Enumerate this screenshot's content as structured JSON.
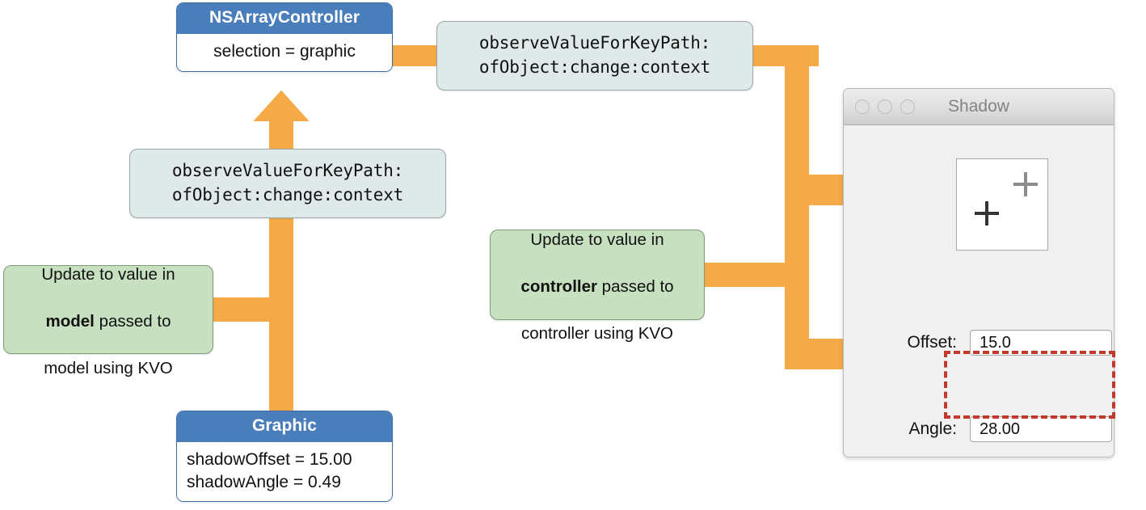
{
  "diagram": {
    "title_semantic": "kvo-binding-flow-diagram",
    "colors": {
      "arrow_orange": "#f5a947",
      "class_header_blue": "#4a7ebb",
      "note_green": "#c6e0c0",
      "code_callout_gray": "#dfe9e9",
      "highlight_red": "#c0392b"
    }
  },
  "controller_box": {
    "header": "NSArrayController",
    "rows": [
      "selection = graphic"
    ]
  },
  "model_box": {
    "header": "Graphic",
    "rows": [
      "shadowOffset = 15.00",
      "shadowAngle = 0.49"
    ]
  },
  "callout_top": {
    "line1": "observeValueForKeyPath:",
    "line2": "ofObject:change:context"
  },
  "callout_middle": {
    "line1": "observeValueForKeyPath:",
    "line2": "ofObject:change:context"
  },
  "note_model": {
    "line1": "Update to value in",
    "emphasis": "model",
    "line2_rest": " passed to",
    "line3": "model using KVO"
  },
  "note_controller": {
    "line1": "Update to value in",
    "emphasis": "controller",
    "line2_rest": " passed to",
    "line3": "controller using KVO"
  },
  "shadow_window": {
    "title": "Shadow",
    "traffic_lights": [
      "close-button",
      "minimize-button",
      "zoom-button"
    ],
    "canvas": {
      "name": "shadow-preview-canvas",
      "marks": [
        "shadow-plus-mark",
        "main-plus-mark"
      ]
    },
    "fields": [
      {
        "label": "Offset:",
        "value": "15.0",
        "name": "offset-field",
        "highlighted": false
      },
      {
        "label": "Angle:",
        "value": "28.00",
        "name": "angle-field",
        "highlighted": true
      }
    ]
  }
}
